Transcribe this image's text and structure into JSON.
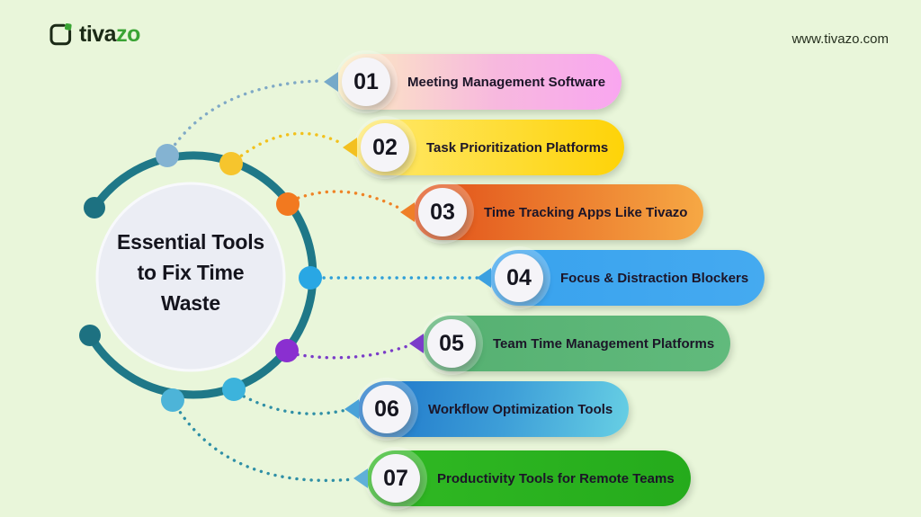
{
  "header": {
    "logo": {
      "brand_dark": "tiva",
      "brand_accent": "zo",
      "accent_color": "#3aa434",
      "icon": "clipboard-icon"
    },
    "website_url": "www.tivazo.com"
  },
  "center_circle": {
    "title_line1": "Essential Tools",
    "title_line2": "to Fix Time",
    "title_line3": "Waste",
    "ring_color": "#1f7888",
    "fill_color": "#ebedf4",
    "endpoint_dot_color": "#1d7181"
  },
  "items": [
    {
      "number": "01",
      "label": "Meeting Management Software",
      "pill_gradient": [
        "#fcedbf",
        "#f9a6f0"
      ],
      "dot_color": "#84b3d2",
      "line_color": "#7fa9c6",
      "arrow_color": "#76a9c9"
    },
    {
      "number": "02",
      "label": "Task Prioritization Platforms",
      "pill_gradient": [
        "#ffe96e",
        "#fed308"
      ],
      "dot_color": "#f6c52d",
      "line_color": "#f2c11c",
      "arrow_color": "#f3c020"
    },
    {
      "number": "03",
      "label": "Time Tracking Apps Like Tivazo",
      "pill_gradient": [
        "#e14e18",
        "#f6a844"
      ],
      "dot_color": "#f2791f",
      "line_color": "#ef8326",
      "arrow_color": "#ef7f28"
    },
    {
      "number": "04",
      "label": "Focus & Distraction Blockers",
      "pill_gradient": [
        "#38a2ee",
        "#45aaf0"
      ],
      "dot_color": "#29a7e4",
      "line_color": "#2f9fd8",
      "arrow_color": "#3ba0e0"
    },
    {
      "number": "05",
      "label": "Team Time Management Platforms",
      "pill_gradient": [
        "#55b071",
        "#61ba7c"
      ],
      "dot_color": "#8a2fd0",
      "line_color": "#7a3cc8",
      "arrow_color": "#7b3cc9"
    },
    {
      "number": "06",
      "label": "Workflow Optimization Tools",
      "pill_gradient": [
        "#1a72c8",
        "#67cfe4"
      ],
      "dot_color": "#3cb3dc",
      "line_color": "#2f8fa6",
      "arrow_color": "#4aa2d8"
    },
    {
      "number": "07",
      "label": "Productivity Tools for Remote Teams",
      "pill_gradient": [
        "#30b923",
        "#25ab1c"
      ],
      "dot_color": "#4db4d8",
      "line_color": "#2f8fa6",
      "arrow_color": "#5fb0d8"
    }
  ]
}
